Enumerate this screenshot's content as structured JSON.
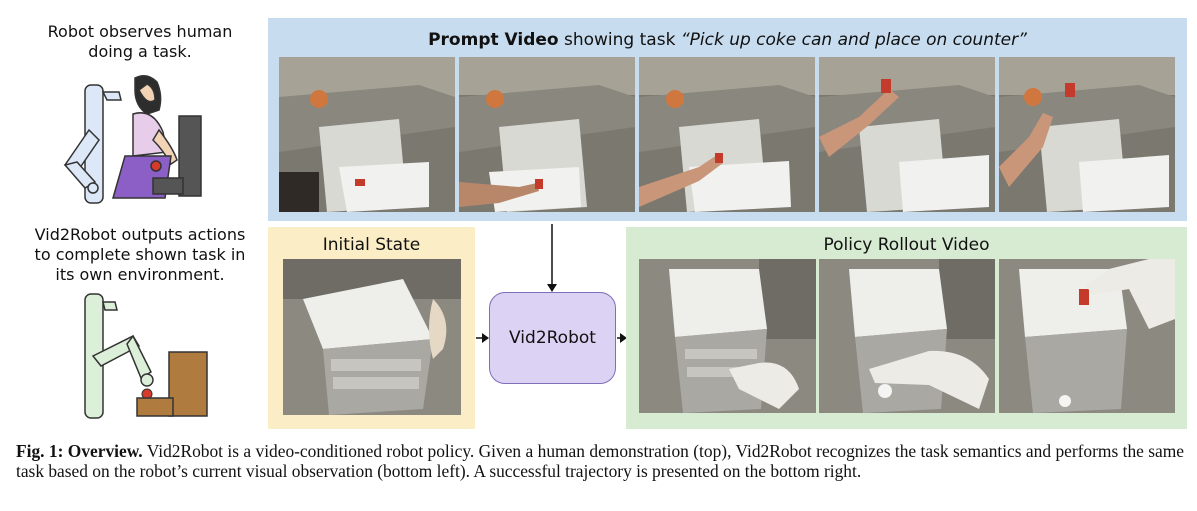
{
  "left_panel": {
    "human_caption": [
      "Robot observes human",
      "doing a task."
    ],
    "robot_caption": [
      "Vid2Robot outputs actions",
      "to complete shown task in",
      "its own environment."
    ]
  },
  "prompt": {
    "title_bold": "Prompt Video",
    "title_middle": " showing task ",
    "title_italic": "“Pick up coke can and place on counter”",
    "band_color": "#c7dcef"
  },
  "initial_state": {
    "title": "Initial State",
    "band_color": "#fbeec6"
  },
  "model": {
    "label": "Vid2Robot",
    "fill": "#dcd2f3",
    "border": "#7e6fb8"
  },
  "rollout": {
    "title": "Policy Rollout Video",
    "band_color": "#d7ead2"
  },
  "caption": {
    "label": "Fig. 1:",
    "heading": "Overview.",
    "text": " Vid2Robot is a video-conditioned robot policy. Given a human demonstration (top), Vid2Robot recognizes the task semantics and performs the same task based on the robot’s current visual observation (bottom left). A successful trajectory is presented on the bottom right."
  }
}
